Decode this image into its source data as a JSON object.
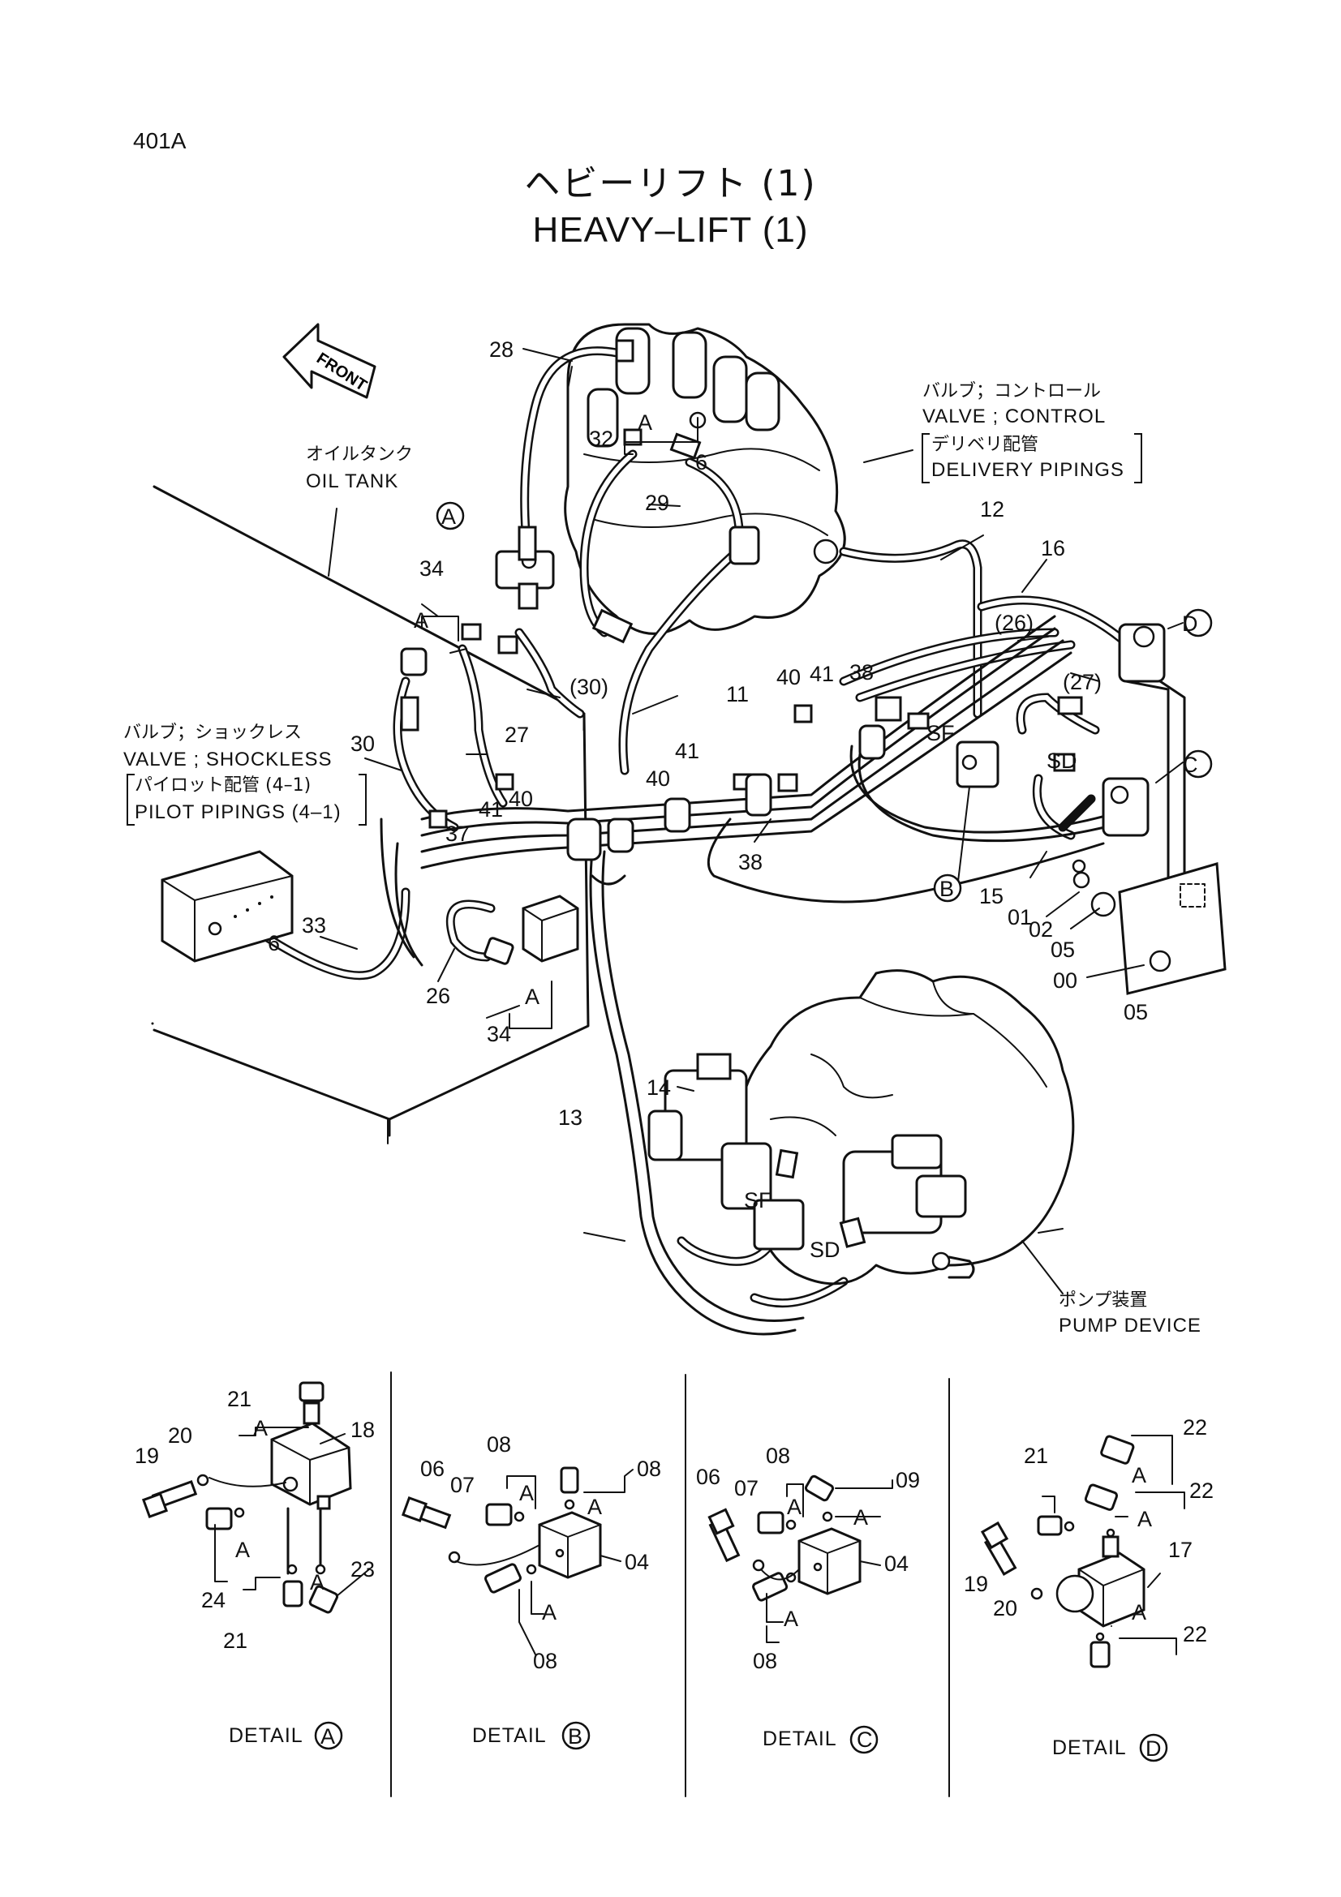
{
  "page_number": "401A",
  "title": {
    "japanese": "ヘビーリフト (1)",
    "english": "HEAVY–LIFT (1)"
  },
  "front_arrow_label": "FRONT",
  "labels": {
    "oil_tank": {
      "jp": "オイルタンク",
      "en": "OIL TANK"
    },
    "control_valve": {
      "jp": "バルブ；コントロール",
      "en": "VALVE ; CONTROL",
      "note_jp": "デリベリ配管",
      "note_en": "DELIVERY PIPINGS"
    },
    "shockless_valve": {
      "jp": "バルブ；ショックレス",
      "en": "VALVE ; SHOCKLESS",
      "note_jp": "パイロット配管 (4–1)",
      "note_en": "PILOT PIPINGS (4–1)"
    },
    "pump_device": {
      "jp": "ポンプ装置",
      "en": "PUMP DEVICE"
    }
  },
  "callouts": {
    "c28": "28",
    "c32": "32",
    "a32": "A",
    "c6a": "6",
    "c29": "29",
    "c12": "12",
    "c16": "16",
    "c26p": "(26)",
    "c27p": "(27)",
    "c34a": "34",
    "a34a": "A",
    "c30p": "(30)",
    "c11": "11",
    "c40a": "40",
    "c41a": "41",
    "c38a": "38",
    "sfa": "SF",
    "sda": "SD",
    "c30": "30",
    "c27": "27",
    "c41b": "41",
    "c40b": "40",
    "c37": "37",
    "c41c": "41",
    "c40c": "40",
    "c38b": "38",
    "c15": "15",
    "c01": "01",
    "c02": "02",
    "c05a": "05",
    "c00": "00",
    "c05b": "05",
    "c33": "33",
    "c6b": "6",
    "c26": "26",
    "c34b": "34",
    "a34b": "A",
    "c13": "13",
    "c14": "14",
    "sfb": "SF",
    "sdb": "SD"
  },
  "circle_letters": {
    "A": "A",
    "B": "B",
    "C": "C",
    "D": "D"
  },
  "details": {
    "A": {
      "label": "DETAIL",
      "letter": "A",
      "parts": {
        "p21a": "21",
        "aa1": "A",
        "p18": "18",
        "p19": "19",
        "p20": "20",
        "aa2": "A",
        "p24": "24",
        "p23": "23",
        "aa3": "A",
        "p21b": "21"
      }
    },
    "B": {
      "label": "DETAIL",
      "letter": "B",
      "parts": {
        "p08a": "08",
        "p08b": "08",
        "p06": "06",
        "p07": "07",
        "ab1": "A",
        "ab2": "A",
        "p04": "04",
        "ab3": "A",
        "p08c": "08"
      }
    },
    "C": {
      "label": "DETAIL",
      "letter": "C",
      "parts": {
        "p08a": "08",
        "p06": "06",
        "p07": "07",
        "p09": "09",
        "ac1": "A",
        "ac2": "A",
        "p04": "04",
        "ac3": "A",
        "p08b": "08"
      }
    },
    "D": {
      "label": "DETAIL",
      "letter": "D",
      "parts": {
        "p22a": "22",
        "ad1": "A",
        "p21": "21",
        "p22b": "22",
        "ad2": "A",
        "p19": "19",
        "p20": "20",
        "p17": "17",
        "ad3": "A",
        "p22c": "22"
      }
    }
  }
}
